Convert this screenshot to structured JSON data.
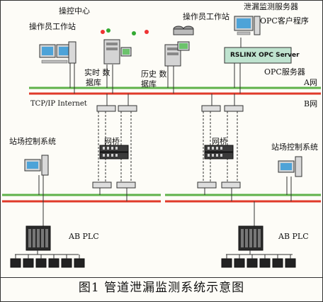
{
  "labels": {
    "control_center": "操控中心",
    "operator_station_left": "操作员工作站",
    "operator_station_right": "操作员工作站",
    "leak_server": "泄漏监测服务器",
    "opc_client": "OPC客户程序",
    "rslinx": "RSLINX OPC Server",
    "opc_server": "OPC服务器",
    "realtime_db_1": "实时 数",
    "realtime_db_2": "据库",
    "history_db_1": "历史 数",
    "history_db_2": "据库",
    "net_a": "A网",
    "net_b": "B网",
    "tcpip": "TCP/IP Internet",
    "bridge_left": "网桥",
    "bridge_right": "网桥",
    "station_ctrl_left": "站场控制系统",
    "station_ctrl_right": "站场控制系统",
    "plc_left": "AB PLC",
    "plc_right": "AB PLC",
    "caption": "图1  管道泄漏监测系统示意图"
  },
  "colors": {
    "net_a": "#e03a2a",
    "net_b": "#5fb24a",
    "rslinx_box": "#bfe3cf",
    "rslinx_text": "#1a1a1a"
  }
}
